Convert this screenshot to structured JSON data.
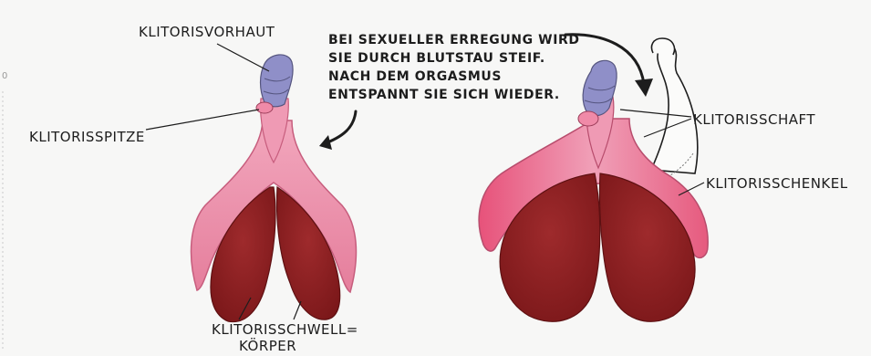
{
  "labels": {
    "klitorisvorhaut": "KLITORISVORHAUT",
    "klitorisspitze": "KLITORISSPITZE",
    "klitorisschwell_line1": "KLITORISSCHWELL=",
    "klitorisschwell_line2": "KÖRPER",
    "klitorisschaft": "KLITORISSCHAFT",
    "klitorisschenkel": "KLITORISSCHENKEL"
  },
  "note": {
    "line1": "BEI SEXUELLER ERREGUNG WIRD",
    "line2": "SIE DURCH BLUTSTAU STEIF.",
    "line3": "NACH DEM ORGASMUS",
    "line4": "ENTSPANNT SIE SICH WIEDER."
  },
  "edge_mark": "0",
  "colors": {
    "background": "#f7f7f6",
    "pink": "#e98aa6",
    "pink_light": "#f3b4c8",
    "dark_red": "#8e1f22",
    "hood": "#8f8fc8",
    "ink": "#1d1d1d"
  }
}
